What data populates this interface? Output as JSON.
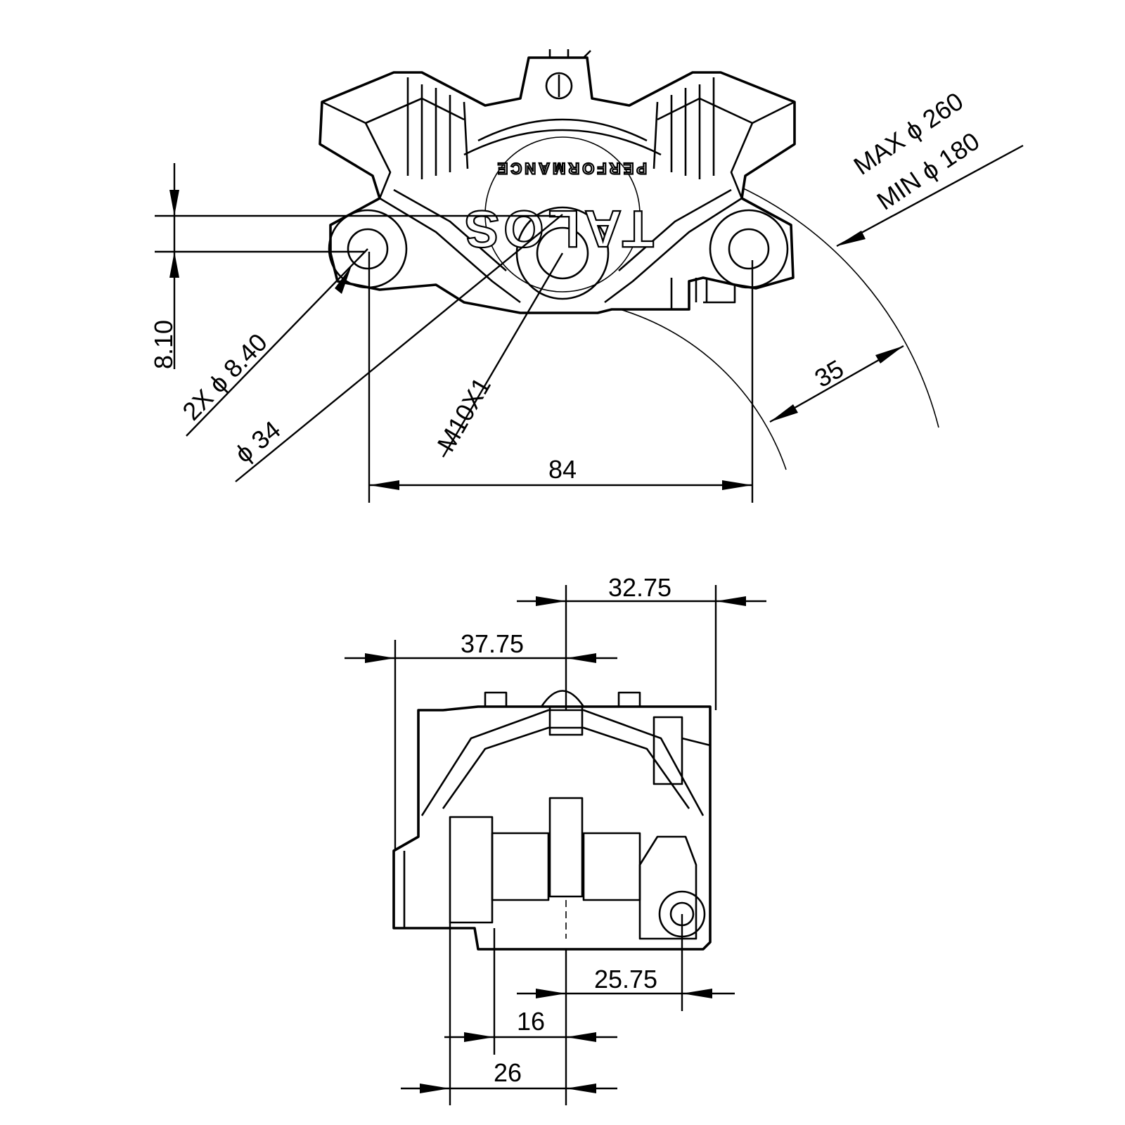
{
  "logo": {
    "brand": "TALOS",
    "tagline": "PERFORMANCE"
  },
  "top_view": {
    "hole_spacing": "84",
    "hole_height": "8.10",
    "mount_holes": "2X ϕ 8.40",
    "piston": "ϕ 34",
    "bleed_thread": "M10X1",
    "disc_max": "MAX ϕ 260",
    "disc_min": "MIN ϕ 180",
    "pad_height": "35"
  },
  "side_view": {
    "outer_right": "32.75",
    "outer_left": "37.75",
    "mount_offset": "25.75",
    "inner_16": "16",
    "inner_26": "26"
  }
}
